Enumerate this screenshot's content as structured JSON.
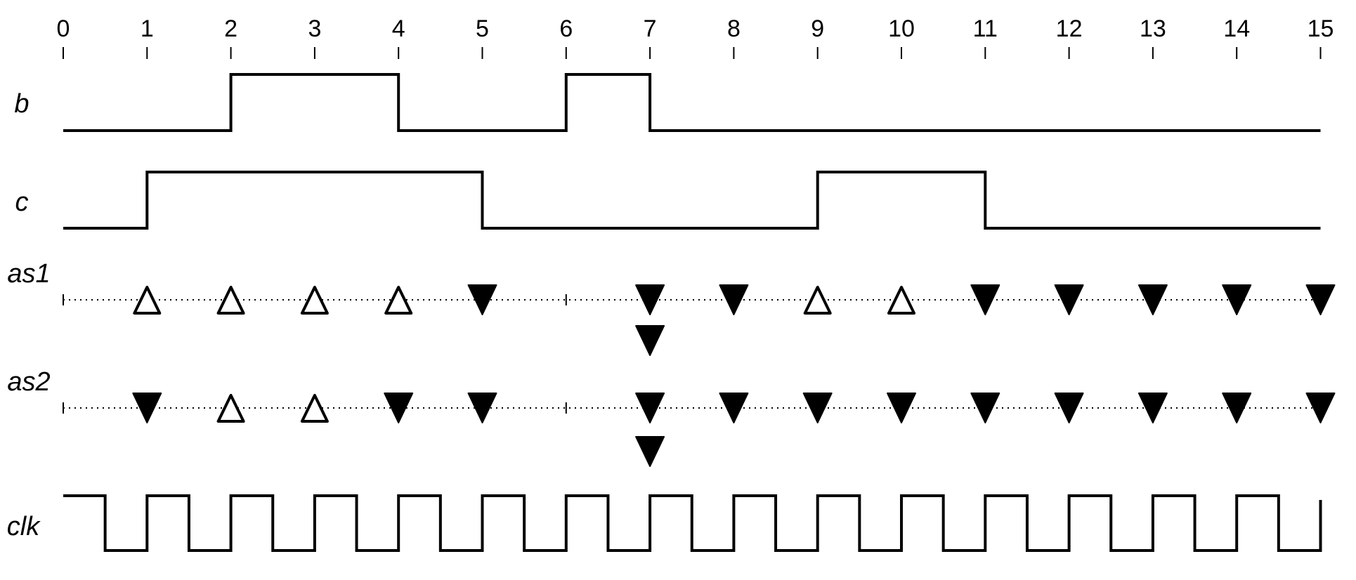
{
  "chart_data": {
    "type": "timing",
    "time_ticks": [
      "0",
      "1",
      "2",
      "3",
      "4",
      "5",
      "6",
      "7",
      "8",
      "9",
      "10",
      "11",
      "12",
      "13",
      "14",
      "15"
    ],
    "t_range": [
      0,
      15
    ],
    "signals": [
      {
        "name": "b",
        "kind": "digital",
        "transitions": [
          [
            0,
            0
          ],
          [
            2,
            1
          ],
          [
            4,
            0
          ],
          [
            6,
            1
          ],
          [
            7,
            0
          ]
        ]
      },
      {
        "name": "c",
        "kind": "digital",
        "transitions": [
          [
            0,
            0
          ],
          [
            1,
            1
          ],
          [
            5,
            0
          ],
          [
            9,
            1
          ],
          [
            11,
            0
          ]
        ]
      },
      {
        "name": "as1",
        "kind": "events",
        "ticks": [
          0,
          6
        ],
        "events": [
          [
            1,
            "up"
          ],
          [
            2,
            "up"
          ],
          [
            3,
            "up"
          ],
          [
            4,
            "up"
          ],
          [
            5,
            "down"
          ],
          [
            7,
            "down"
          ],
          [
            7,
            "down"
          ],
          [
            8,
            "down"
          ],
          [
            9,
            "up"
          ],
          [
            10,
            "up"
          ],
          [
            11,
            "down"
          ],
          [
            12,
            "down"
          ],
          [
            13,
            "down"
          ],
          [
            14,
            "down"
          ],
          [
            15,
            "down"
          ]
        ]
      },
      {
        "name": "as2",
        "kind": "events",
        "ticks": [
          0,
          6
        ],
        "events": [
          [
            1,
            "down"
          ],
          [
            2,
            "up"
          ],
          [
            3,
            "up"
          ],
          [
            4,
            "down"
          ],
          [
            5,
            "down"
          ],
          [
            7,
            "down"
          ],
          [
            7,
            "down"
          ],
          [
            8,
            "down"
          ],
          [
            9,
            "down"
          ],
          [
            10,
            "down"
          ],
          [
            11,
            "down"
          ],
          [
            12,
            "down"
          ],
          [
            13,
            "down"
          ],
          [
            14,
            "down"
          ],
          [
            15,
            "down"
          ]
        ]
      },
      {
        "name": "clk",
        "kind": "clock",
        "period": 1,
        "duty": 0.5,
        "start_level": 1
      }
    ]
  }
}
